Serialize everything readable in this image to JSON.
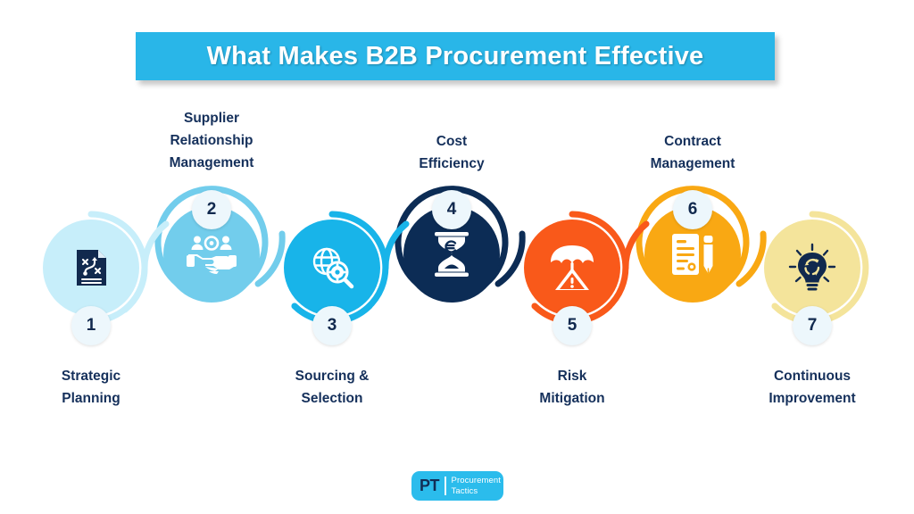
{
  "title": {
    "text": "What Makes B2B Procurement Effective",
    "bar_color": "#29B6E8",
    "text_color": "#ffffff"
  },
  "palette": {
    "navy_text": "#15305B",
    "badge_bg": "#EDF7FC",
    "background": "#ffffff"
  },
  "steps": [
    {
      "number": "1",
      "label": "Strategic\nPlanning",
      "label_position": "bottom",
      "disc_color": "#C7EEFA",
      "ring_color": "#C7EEFA",
      "icon_color": "#11294E",
      "icon": "strategy-document-icon"
    },
    {
      "number": "2",
      "label": "Supplier\nRelationship\nManagement",
      "label_position": "top",
      "disc_color": "#72CDEC",
      "ring_color": "#72CDEC",
      "icon_color": "#ffffff",
      "icon": "handshake-partners-icon"
    },
    {
      "number": "3",
      "label": "Sourcing &\nSelection",
      "label_position": "bottom",
      "disc_color": "#18B4E9",
      "ring_color": "#18B4E9",
      "icon_color": "#ffffff",
      "icon": "globe-search-gear-icon"
    },
    {
      "number": "4",
      "label": "Cost\nEfficiency",
      "label_position": "top",
      "disc_color": "#0C2C55",
      "ring_color": "#0C2C55",
      "icon_color": "#ffffff",
      "icon": "hourglass-euro-icon"
    },
    {
      "number": "5",
      "label": "Risk\nMitigation",
      "label_position": "bottom",
      "disc_color": "#F9591A",
      "ring_color": "#F9591A",
      "icon_color": "#ffffff",
      "icon": "umbrella-warning-icon"
    },
    {
      "number": "6",
      "label": "Contract\nManagement",
      "label_position": "top",
      "disc_color": "#F9A813",
      "ring_color": "#F9A813",
      "icon_color": "#ffffff",
      "icon": "contract-pen-icon"
    },
    {
      "number": "7",
      "label": "Continuous\nImprovement",
      "label_position": "bottom",
      "disc_color": "#F4E49B",
      "ring_color": "#F4E49B",
      "icon_color": "#11294E",
      "icon": "lightbulb-recycle-icon"
    }
  ],
  "footer": {
    "logo_mark": "PT",
    "logo_line1": "Procurement",
    "logo_line2": "Tactics",
    "logo_bg": "#2BBCEC"
  }
}
